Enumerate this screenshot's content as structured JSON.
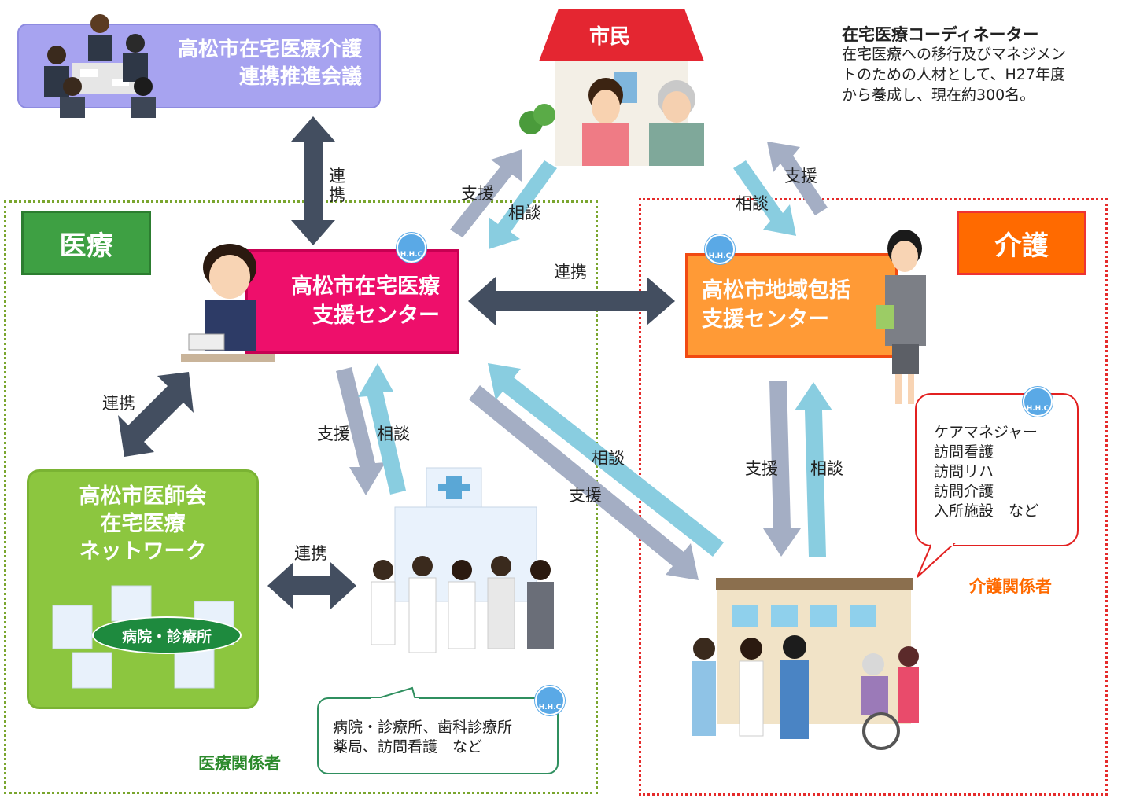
{
  "meeting": {
    "line1": "高松市在宅医療介護",
    "line2": "連携推進会議"
  },
  "citizen": {
    "label": "市民"
  },
  "coordinator": {
    "title": "在宅医療コーディネーター",
    "desc_line1": "在宅医療への移行及びマネジメン",
    "desc_line2": "トのための人材として、H27年度",
    "desc_line3": "から養成し、現在約300名。"
  },
  "zones": {
    "medical_tag": "医療",
    "care_tag": "介護"
  },
  "home_care_center": {
    "line1": "高松市在宅医療",
    "line2": "支援センター"
  },
  "regional_center": {
    "line1": "高松市地域包括",
    "line2": "支援センター"
  },
  "network": {
    "line1": "高松市医師会",
    "line2": "在宅医療",
    "line3": "ネットワーク",
    "ellipse": "病院・診療所"
  },
  "care_bubble": {
    "items": [
      "ケアマネジャー",
      "訪問看護",
      "訪問リハ",
      "訪問介護",
      "入所施設　など"
    ]
  },
  "med_bubble": {
    "line1": "病院・診療所、歯科診療所",
    "line2": "薬局、訪問看護　など"
  },
  "role_labels": {
    "care": "介護関係者",
    "medical": "医療関係者"
  },
  "arrow_labels": {
    "renkei_char1": "連",
    "renkei_char2": "携",
    "renkei": "連携",
    "shien": "支援",
    "soudan": "相談"
  },
  "hhc_badge": "H.H.C",
  "colors": {
    "navy_arrow": "#434e60",
    "gray_arrow": "#a4aec4",
    "light_blue_arrow": "#89cde0",
    "medical_green": "#3ea043",
    "care_orange": "#ff6a00",
    "center_pink": "#ee0f6b",
    "center_orange": "#ff9a36"
  }
}
